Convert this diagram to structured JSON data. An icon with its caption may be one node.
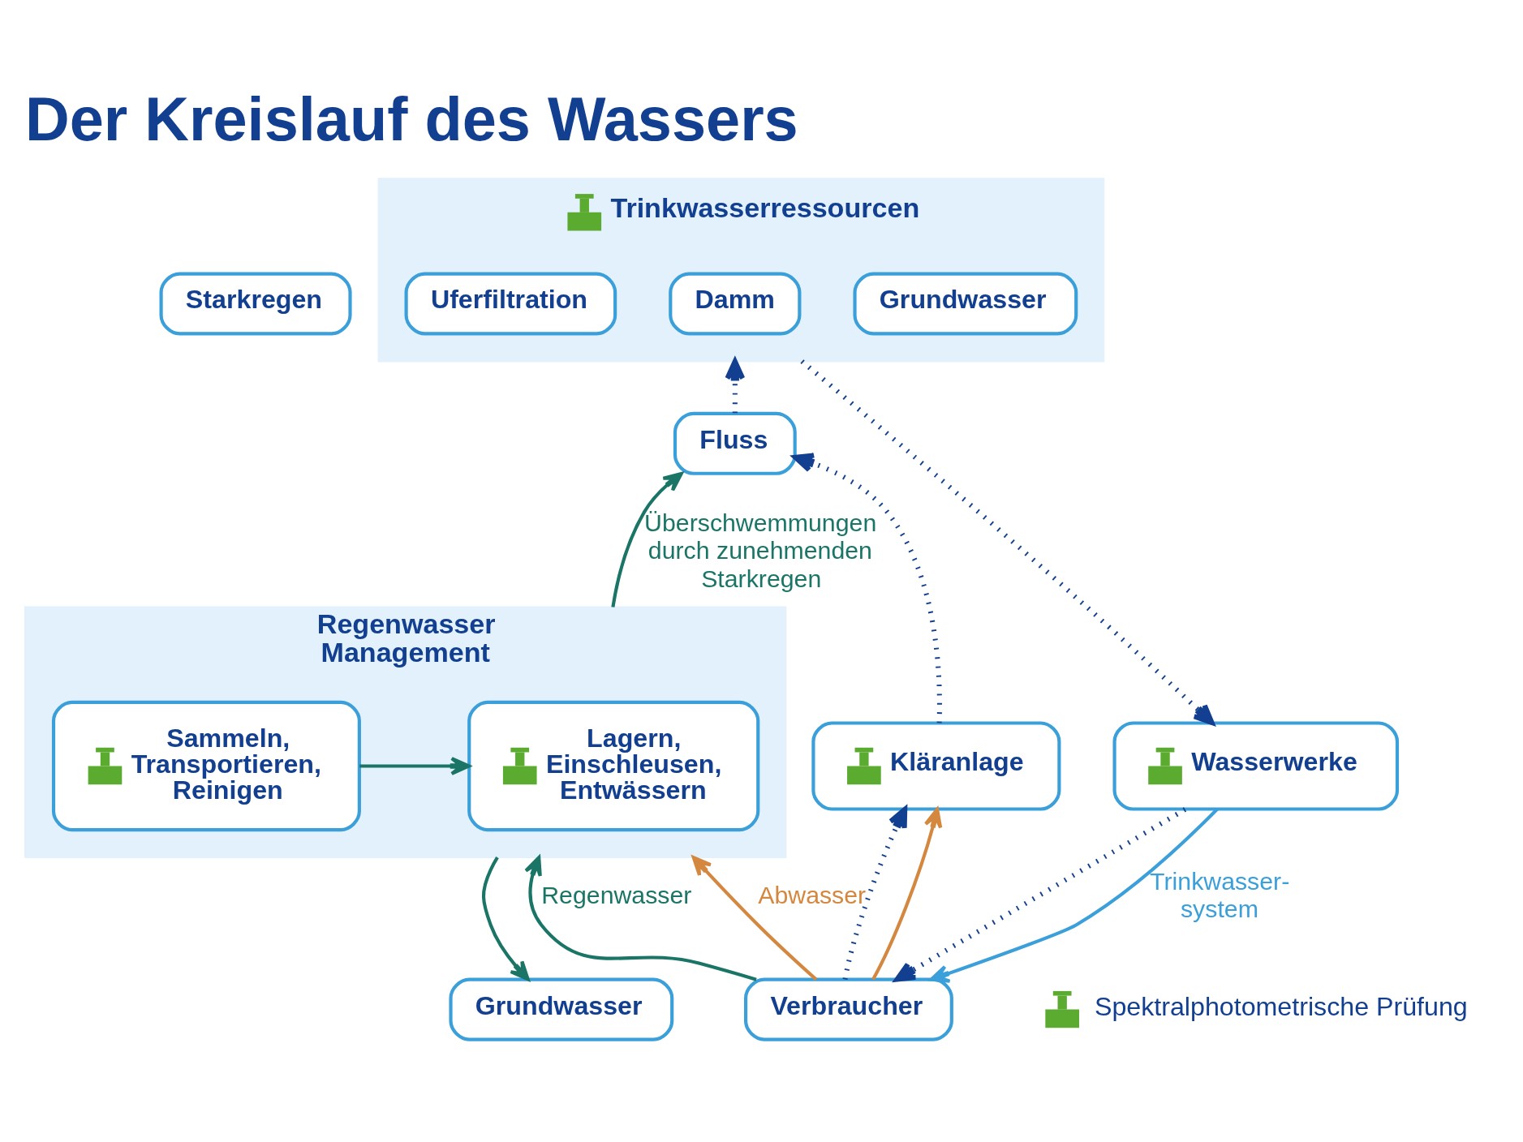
{
  "diagram": {
    "title": "Der Kreislauf des Wassers",
    "nodes": [
      {
        "text": [
          "Starkregen"
        ]
      },
      {
        "text": [
          "Trinkwasserressourcen"
        ]
      },
      {
        "text": [
          "Uferfiltration"
        ],
        "in": 1
      },
      {
        "text": [
          "Damm"
        ],
        "in": 1
      },
      {
        "text": [
          "Grundwasser"
        ],
        "in": 1
      },
      {
        "text": [
          "Fluss"
        ]
      },
      {
        "text": [
          "Regenwasser Management"
        ]
      },
      {
        "text": [
          "Sammeln, Transportieren, Reinigen"
        ],
        "in": 6
      },
      {
        "text": [
          "Lagern, Einschleusen, Entwässern"
        ],
        "in": 6
      },
      {
        "text": [
          "Wasserwerke"
        ]
      },
      {
        "text": [
          "Kläranlage"
        ]
      },
      {
        "text": [
          "Verbraucher"
        ]
      },
      {
        "text": [
          "Grundwasser"
        ]
      }
    ],
    "edges": [
      {
        "from": 7,
        "to": 8,
        "arrow": "to",
        "color": "#1b7566"
      },
      {
        "from": 6,
        "to": 5,
        "arrow": "to",
        "label": "Überschwemmungen durch zunehmenden Starkregen",
        "color": "#1b7566"
      },
      {
        "from": 5,
        "to": 1,
        "arrow": "to",
        "style": "dashed"
      },
      {
        "from": 1,
        "to": 9,
        "arrow": "to",
        "style": "dashed"
      },
      {
        "from": 10,
        "to": 5,
        "arrow": "to",
        "style": "dashed"
      },
      {
        "from": 9,
        "to": 11,
        "arrow": "to",
        "style": "dashed"
      },
      {
        "from": 9,
        "to": 11,
        "arrow": "to",
        "label": "Trinkwasser- system",
        "color": "#3b9fda"
      },
      {
        "from": 11,
        "to": 10,
        "arrow": "to",
        "style": "dashed"
      },
      {
        "from": 11,
        "to": 6,
        "arrow": "to",
        "label": "Regenwasser",
        "color": "#1b7566"
      },
      {
        "from": 11,
        "to": 6,
        "arrow": "to",
        "label": "Abwasser",
        "color": "#d4873f"
      },
      {
        "from": 11,
        "to": 10,
        "arrow": "to",
        "color": "#d4873f"
      },
      {
        "from": 6,
        "to": 12,
        "arrow": "to",
        "color": "#1b7566"
      }
    ],
    "legend": [
      {
        "text": "Spektralphotometrische Prüfung"
      }
    ]
  }
}
